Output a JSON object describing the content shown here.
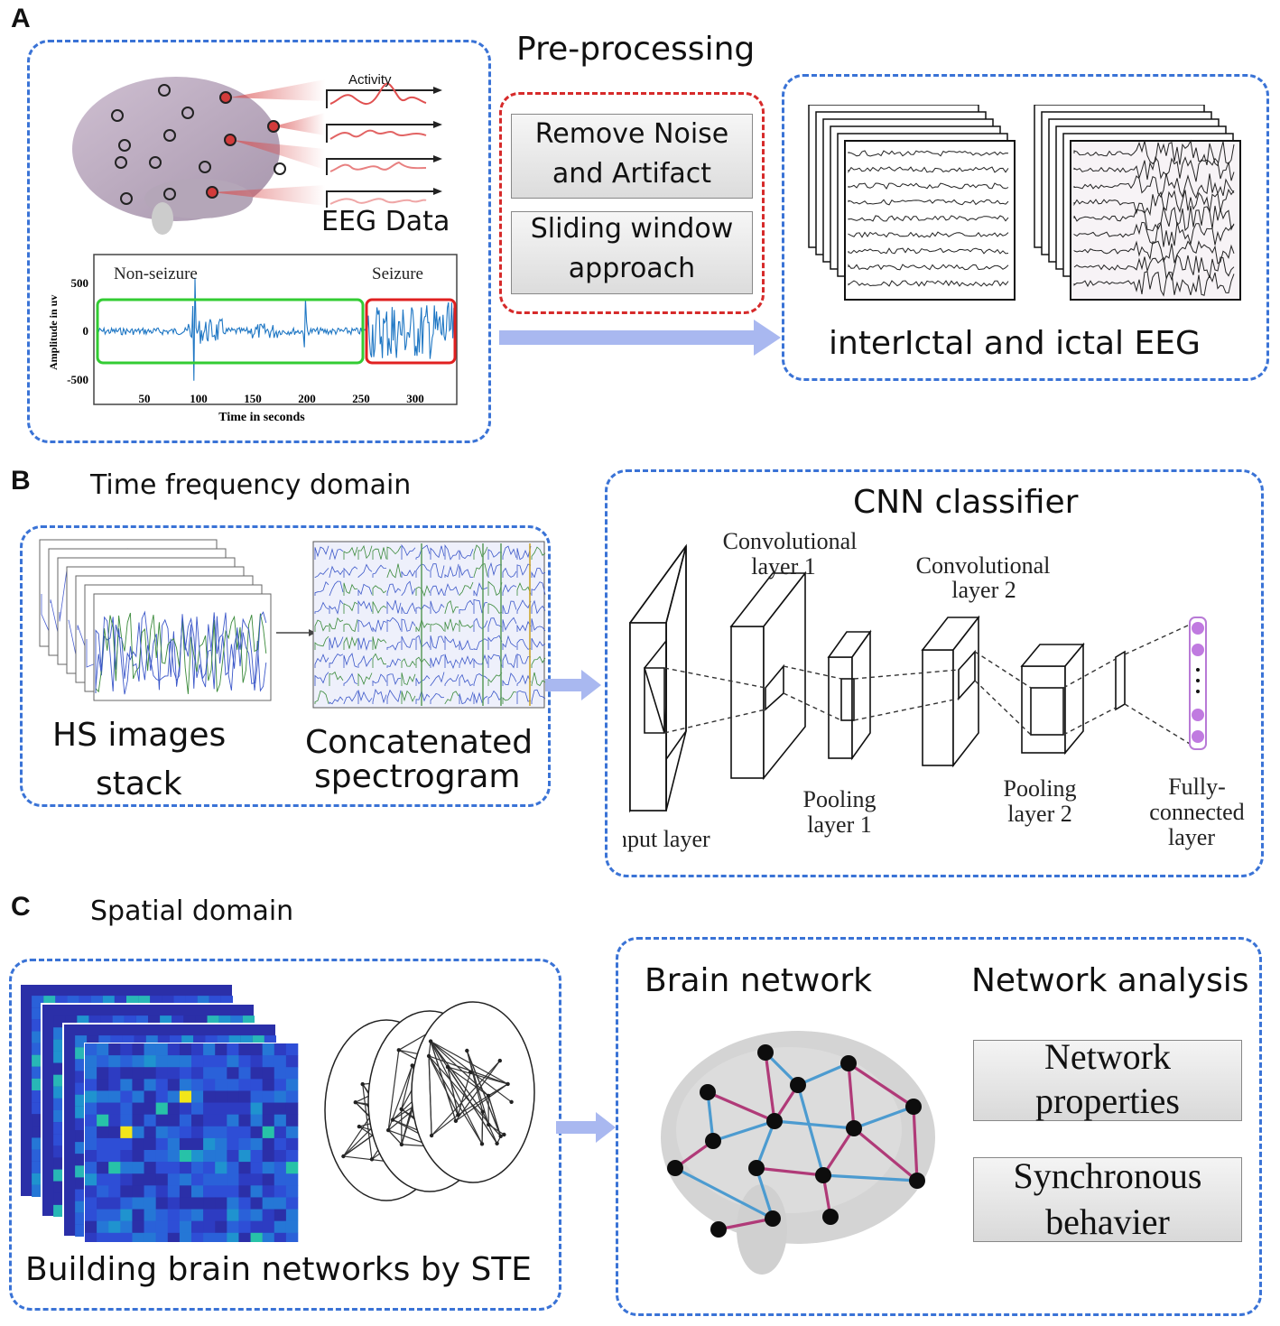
{
  "panels": {
    "a": {
      "letter": "A",
      "preprocessing_title": "Pre-processing",
      "remove_noise_line1": "Remove Noise",
      "remove_noise_line2": "and Artifact",
      "sliding_line1": "Sliding window",
      "sliding_line2": "approach",
      "activity_label": "Activity",
      "eeg_data_label": "EEG Data",
      "output_label": "interIctal and ictal  EEG",
      "signal_plot": {
        "non_seizure_label": "Non-seizure",
        "seizure_label": "Seizure",
        "ylabel": "Amplitude in uv",
        "xlabel": "Time in seconds",
        "y_ticks": [
          "500",
          "0",
          "-500"
        ],
        "x_ticks": [
          "50",
          "100",
          "150",
          "200",
          "250",
          "300"
        ]
      }
    },
    "b": {
      "letter": "B",
      "section_title": "Time frequency domain",
      "hs_line1": "HS images",
      "hs_line2": "stack",
      "concat_line1": "Concatenated",
      "concat_line2": "spectrogram",
      "cnn_title": "CNN classifier",
      "conv1_line1": "Convolutional",
      "conv1_line2": "layer 1",
      "conv2_line1": "Convolutional",
      "conv2_line2": "layer 2",
      "pool1_line1": "Pooling",
      "pool1_line2": "layer 1",
      "pool2_line1": "Pooling",
      "pool2_line2": "layer 2",
      "input_layer": "Input layer",
      "fc_line1": "Fully-",
      "fc_line2": "connected",
      "fc_line3": "layer"
    },
    "c": {
      "letter": "C",
      "section_title": "Spatial domain",
      "building_label": "Building brain networks by STE",
      "brain_network_title": "Brain network",
      "network_analysis_title": "Network analysis",
      "network_props_line1": "Network",
      "network_props_line2": "properties",
      "sync_line1": "Synchronous",
      "sync_line2": "behavier"
    }
  },
  "colors": {
    "dash_blue": "#3a73d6",
    "dash_red": "#d62a2a",
    "eeg_blue": "#1f77c4",
    "arrow_fill": "#a9b8f0",
    "edge_magenta": "#b03a78",
    "edge_blue": "#4c9bd0",
    "non_seizure_box": "#33cc33",
    "seizure_box": "#e02020"
  }
}
